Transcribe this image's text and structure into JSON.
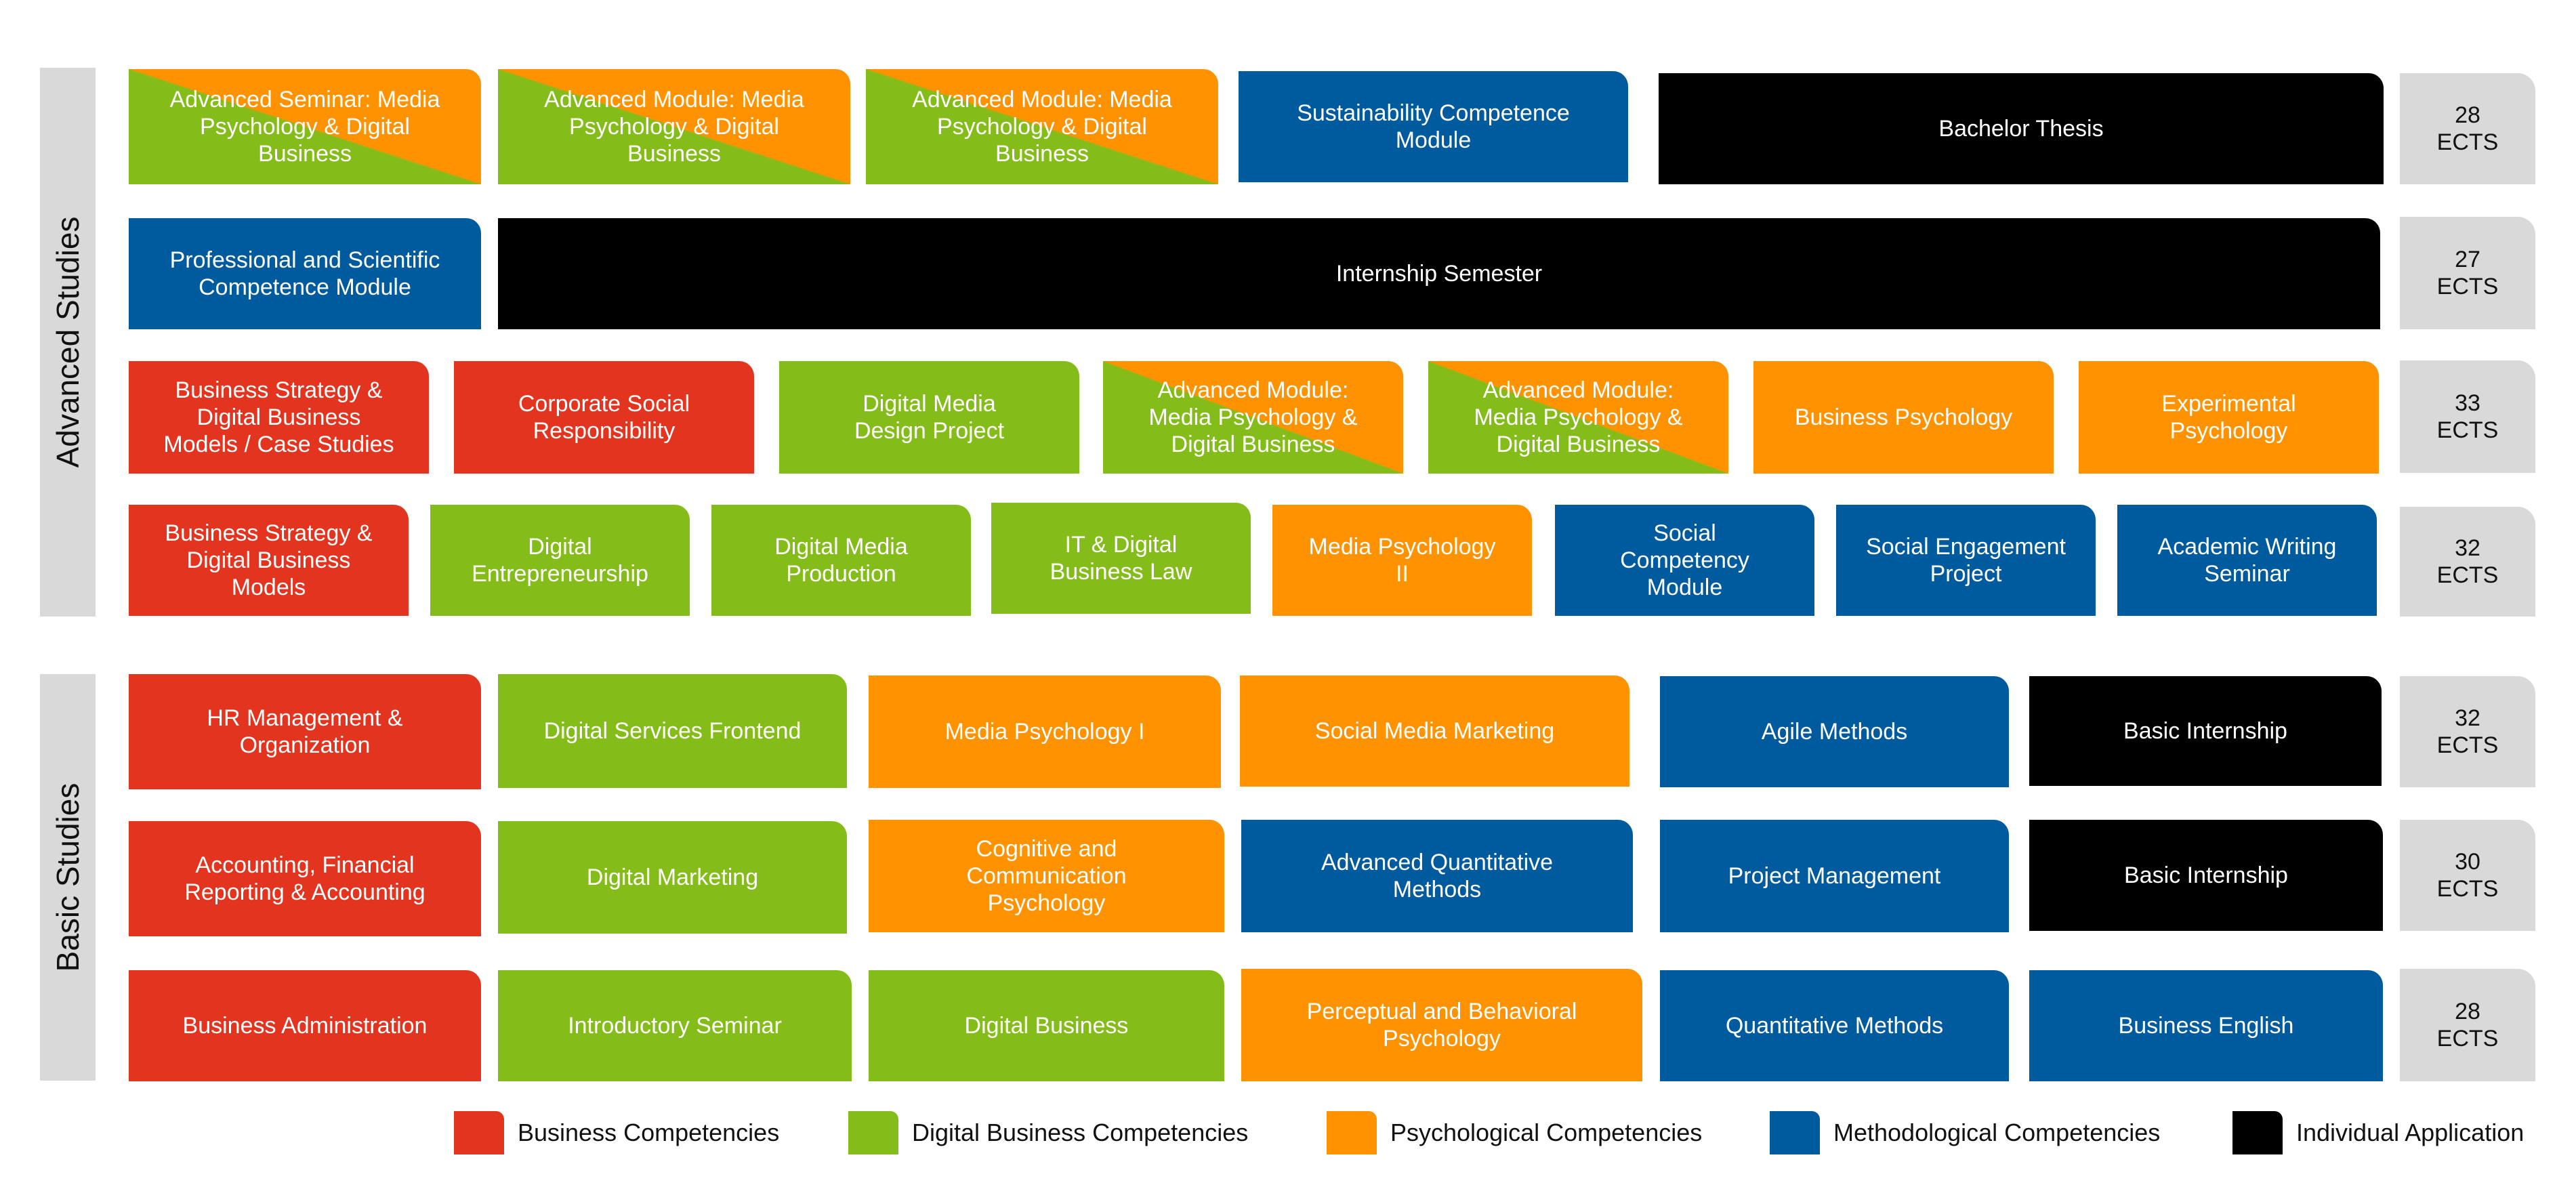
{
  "colors": {
    "business": "#e2341e",
    "digital_business": "#84bd1a",
    "psychological": "#ff9200",
    "methodological": "#005a9e",
    "individual_application": "#000000"
  },
  "sections": {
    "advanced": "Advanced Studies",
    "basic": "Basic Studies"
  },
  "rows": [
    {
      "ects": "28\nECTS",
      "modules": [
        {
          "label": "Advanced Seminar: Media\nPsychology & Digital\nBusiness",
          "category": "mixed"
        },
        {
          "label": "Advanced Module: Media\nPsychology & Digital\nBusiness",
          "category": "mixed"
        },
        {
          "label": "Advanced Module: Media\nPsychology & Digital\nBusiness",
          "category": "mixed"
        },
        {
          "label": "Sustainability Competence\nModule",
          "category": "methodological"
        },
        {
          "label": "Bachelor Thesis",
          "category": "individual_application"
        }
      ]
    },
    {
      "ects": "27\nECTS",
      "modules": [
        {
          "label": "Professional and Scientific\nCompetence Module",
          "category": "methodological"
        },
        {
          "label": "Internship Semester",
          "category": "individual_application"
        }
      ]
    },
    {
      "ects": "33\nECTS",
      "modules": [
        {
          "label": "Business Strategy &\nDigital Business\nModels / Case Studies",
          "category": "business"
        },
        {
          "label": "Corporate Social\nResponsibility",
          "category": "business"
        },
        {
          "label": "Digital Media\nDesign Project",
          "category": "digital_business"
        },
        {
          "label": "Advanced Module:\nMedia Psychology &\nDigital Business",
          "category": "mixed"
        },
        {
          "label": "Advanced Module:\nMedia Psychology &\nDigital Business",
          "category": "mixed"
        },
        {
          "label": "Business Psychology",
          "category": "psychological"
        },
        {
          "label": "Experimental\nPsychology",
          "category": "psychological"
        }
      ]
    },
    {
      "ects": "32\nECTS",
      "modules": [
        {
          "label": "Business Strategy &\nDigital Business\nModels",
          "category": "business"
        },
        {
          "label": "Digital\nEntrepreneurship",
          "category": "digital_business"
        },
        {
          "label": "Digital Media\nProduction",
          "category": "digital_business"
        },
        {
          "label": "IT & Digital\nBusiness Law",
          "category": "digital_business"
        },
        {
          "label": "Media Psychology\nII",
          "category": "psychological"
        },
        {
          "label": "Social\nCompetency\nModule",
          "category": "methodological"
        },
        {
          "label": "Social Engagement\nProject",
          "category": "methodological"
        },
        {
          "label": "Academic Writing\nSeminar",
          "category": "methodological"
        }
      ]
    },
    {
      "ects": "32\nECTS",
      "modules": [
        {
          "label": "HR Management &\nOrganization",
          "category": "business"
        },
        {
          "label": "Digital Services Frontend",
          "category": "digital_business"
        },
        {
          "label": "Media Psychology I",
          "category": "psychological"
        },
        {
          "label": "Social Media Marketing",
          "category": "psychological"
        },
        {
          "label": "Agile Methods",
          "category": "methodological"
        },
        {
          "label": "Basic Internship",
          "category": "individual_application"
        }
      ]
    },
    {
      "ects": "30\nECTS",
      "modules": [
        {
          "label": "Accounting, Financial\nReporting & Accounting",
          "category": "business"
        },
        {
          "label": "Digital Marketing",
          "category": "digital_business"
        },
        {
          "label": "Cognitive and\nCommunication\nPsychology",
          "category": "psychological"
        },
        {
          "label": "Advanced Quantitative\nMethods",
          "category": "methodological"
        },
        {
          "label": "Project Management",
          "category": "methodological"
        },
        {
          "label": "Basic Internship",
          "category": "individual_application"
        }
      ]
    },
    {
      "ects": "28\nECTS",
      "modules": [
        {
          "label": "Business Administration",
          "category": "business"
        },
        {
          "label": "Introductory Seminar",
          "category": "digital_business"
        },
        {
          "label": "Digital Business",
          "category": "digital_business"
        },
        {
          "label": "Perceptual and Behavioral\nPsychology",
          "category": "psychological"
        },
        {
          "label": "Quantitative Methods",
          "category": "methodological"
        },
        {
          "label": "Business English",
          "category": "methodological"
        }
      ]
    }
  ],
  "legend": [
    {
      "label": "Business Competencies",
      "category": "business"
    },
    {
      "label": "Digital Business Competencies",
      "category": "digital_business"
    },
    {
      "label": "Psychological Competencies",
      "category": "psychological"
    },
    {
      "label": "Methodological Competencies",
      "category": "methodological"
    },
    {
      "label": "Individual Application",
      "category": "individual_application"
    }
  ]
}
